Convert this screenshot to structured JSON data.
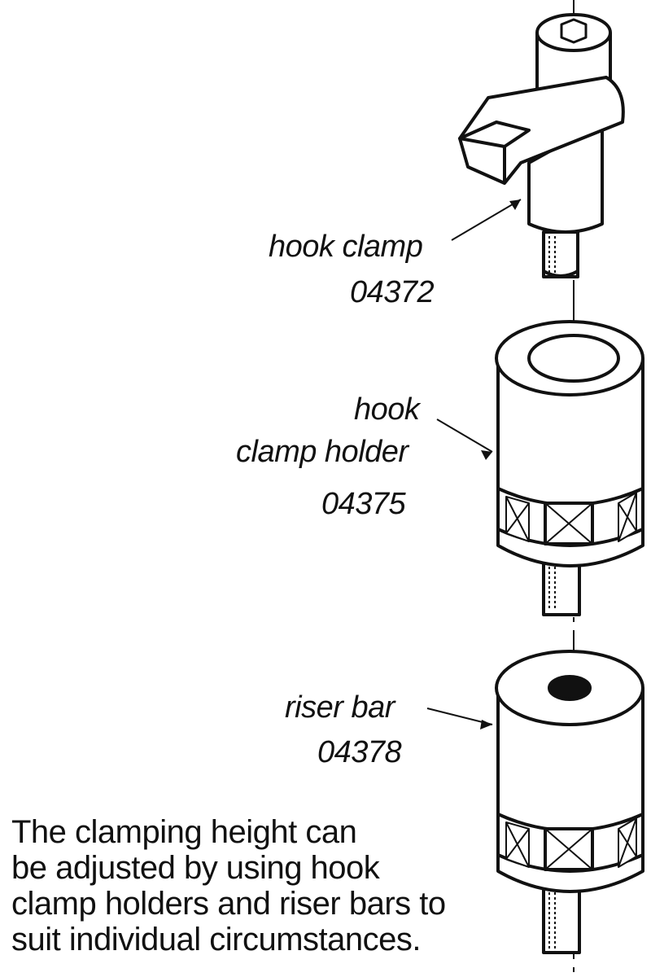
{
  "parts": [
    {
      "name": "hook clamp",
      "number": "04372"
    },
    {
      "name_line1": "hook",
      "name_line2": "clamp holder",
      "number": "04375"
    },
    {
      "name": "riser bar",
      "number": "04378"
    }
  ],
  "note": {
    "lines": [
      "The clamping height can",
      "be adjusted by using hook",
      "clamp holders and riser bars to",
      "suit individual circumstances."
    ]
  }
}
